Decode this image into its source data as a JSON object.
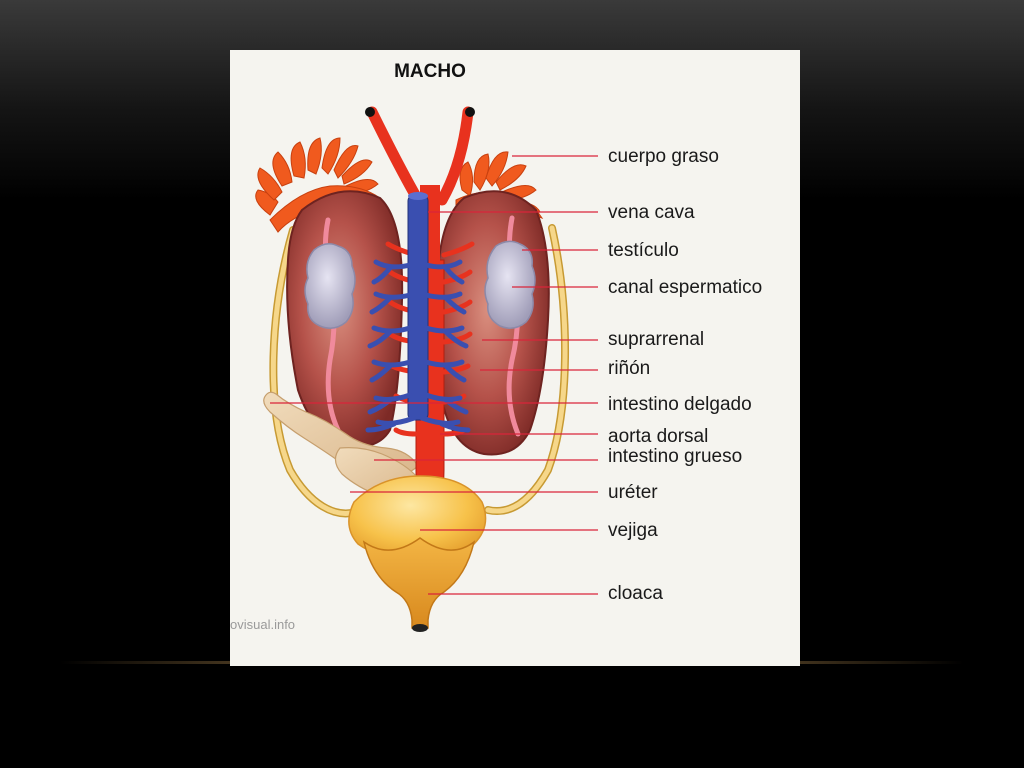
{
  "figure": {
    "title": "MACHO",
    "watermark": "ovisual.info",
    "labels": [
      {
        "key": "cuerpo_graso",
        "text": "cuerpo graso"
      },
      {
        "key": "vena_cava",
        "text": "vena cava"
      },
      {
        "key": "testiculo",
        "text": "testículo"
      },
      {
        "key": "canal_espermatico",
        "text": "canal espermatico"
      },
      {
        "key": "suprarrenal",
        "text": "suprarrenal"
      },
      {
        "key": "rinon",
        "text": "riñón"
      },
      {
        "key": "intestino_delgado",
        "text": "intestino delgado"
      },
      {
        "key": "aorta_dorsal",
        "text": "aorta dorsal"
      },
      {
        "key": "intestino_grueso",
        "text": "intestino grueso"
      },
      {
        "key": "ureter",
        "text": "uréter"
      },
      {
        "key": "vejiga",
        "text": "vejiga"
      },
      {
        "key": "cloaca",
        "text": "cloaca"
      }
    ]
  },
  "colors": {
    "slide_background": "#000000",
    "card": "#f5f4ef",
    "kidney": "#a8423c",
    "fat_body": "#f05a1e",
    "vein": "#3a4fb0",
    "artery": "#e8321e",
    "testis": "#b9b7cf",
    "bladder": "#f7c24a",
    "leader": "#d9243a"
  }
}
